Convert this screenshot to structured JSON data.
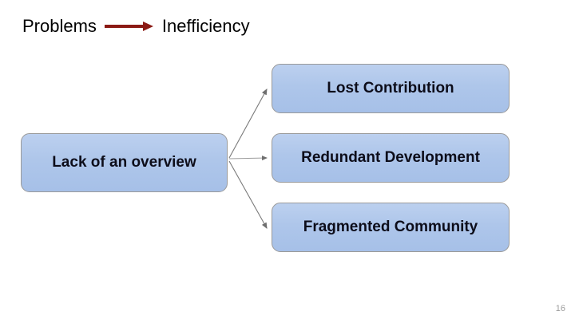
{
  "slide": {
    "page_number": "16",
    "background_color": "#ffffff"
  },
  "header": {
    "cause_label": "Problems",
    "arrow_icon": "right-arrow-icon",
    "arrow_color": "#8b1a14",
    "effect_label": "Inefficiency"
  },
  "diagram": {
    "node_fill_color": "#aec6ea",
    "node_border_color": "#9a9a9a",
    "connector_color": "#7a7a7a",
    "source": {
      "label": "Lack of an overview"
    },
    "effects": [
      {
        "label": "Lost Contribution"
      },
      {
        "label": "Redundant Development"
      },
      {
        "label": "Fragmented Community"
      }
    ]
  }
}
